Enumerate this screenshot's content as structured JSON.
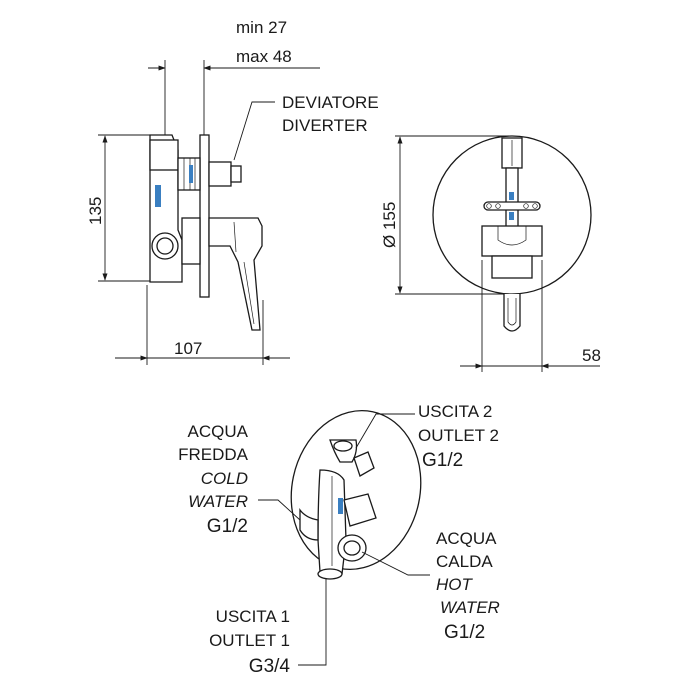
{
  "dimensions": {
    "min": "min 27",
    "max": "max 48",
    "height": "135",
    "width": "107",
    "diameter": "Ø 155",
    "depth": "58"
  },
  "labels": {
    "diverter_it": "DEVIATORE",
    "diverter_en": "DIVERTER",
    "cold_it_1": "ACQUA",
    "cold_it_2": "FREDDA",
    "cold_en_1": "COLD",
    "cold_en_2": "WATER",
    "cold_size": "G1/2",
    "outlet2_it": "USCITA 2",
    "outlet2_en": "OUTLET 2",
    "outlet2_size": "G1/2",
    "hot_it_1": "ACQUA",
    "hot_it_2": "CALDA",
    "hot_en_1": "HOT",
    "hot_en_2": "WATER",
    "hot_size": "G1/2",
    "outlet1_it": "USCITA 1",
    "outlet1_en": "OUTLET 1",
    "outlet1_size": "G3/4"
  },
  "colors": {
    "line": "#1a1a1a",
    "accent": "#3a7fc1",
    "background": "#ffffff"
  }
}
